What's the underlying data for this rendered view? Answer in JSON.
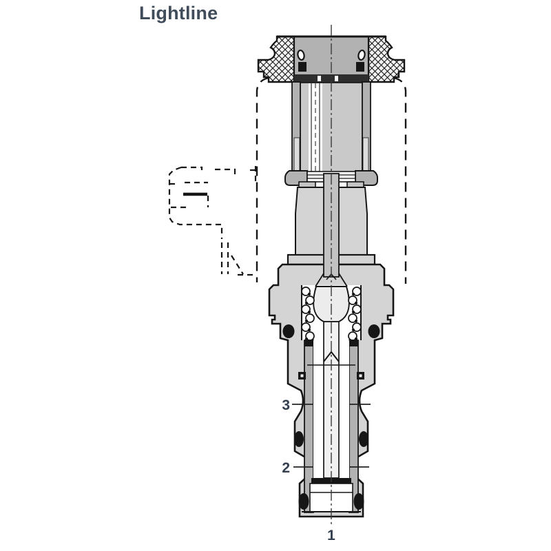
{
  "title": {
    "text": "Lightline"
  },
  "diagram": {
    "kind": "solenoid-cartridge-valve-cross-section",
    "ports": [
      {
        "label": "3"
      },
      {
        "label": "2"
      },
      {
        "label": "1"
      }
    ]
  },
  "colors": {
    "outline": "#161616",
    "metal_light": "#d4d4d4",
    "metal_medium": "#b2b2b2",
    "metal_armature": "#c9c9c9",
    "metal_pin": "#c2c2c2",
    "metal_lighter": "#ececec",
    "metal_spool": "#f1f1f1",
    "hatch_bg": "#f2f2f2",
    "band_dark": "#2e2e2e",
    "label_text": "#333e4f",
    "title_text": "#414c5a"
  }
}
